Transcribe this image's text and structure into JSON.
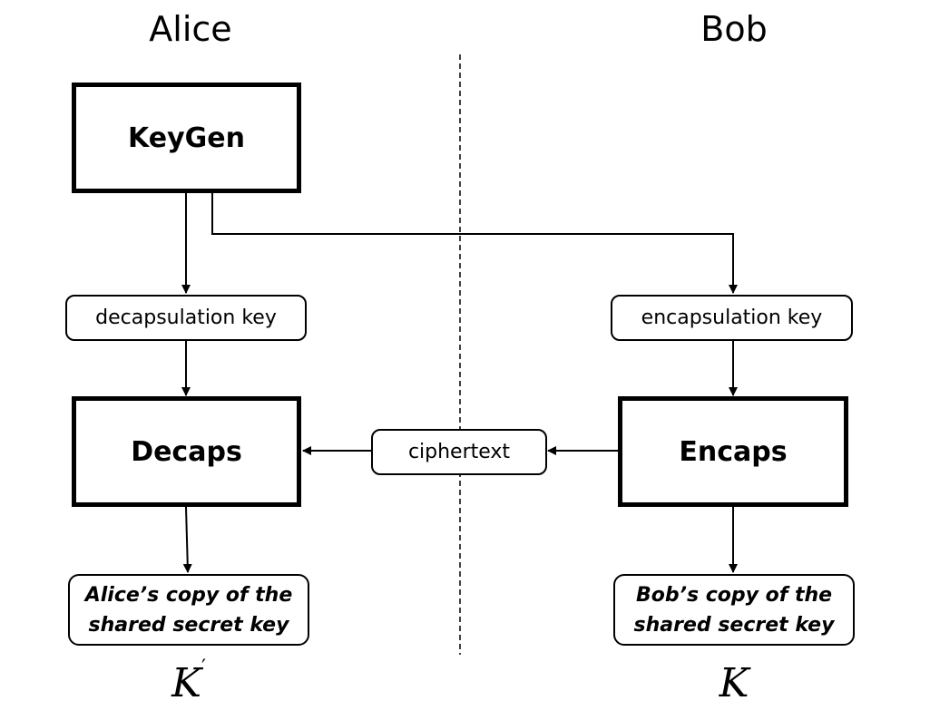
{
  "parties": {
    "left": "Alice",
    "right": "Bob"
  },
  "nodes": {
    "keygen": "KeyGen",
    "decaps": "Decaps",
    "encaps": "Encaps"
  },
  "keys": {
    "decapsulation": "decapsulation key",
    "encapsulation": "encapsulation key",
    "ciphertext": "ciphertext"
  },
  "secrets": {
    "alice_line1": "Alice’s copy of the",
    "alice_line2": "shared secret key",
    "bob_line1": "Bob’s copy of the",
    "bob_line2": "shared secret key"
  },
  "symbols": {
    "alice_symbol": "K",
    "alice_prime": "′",
    "bob_symbol": "K"
  }
}
